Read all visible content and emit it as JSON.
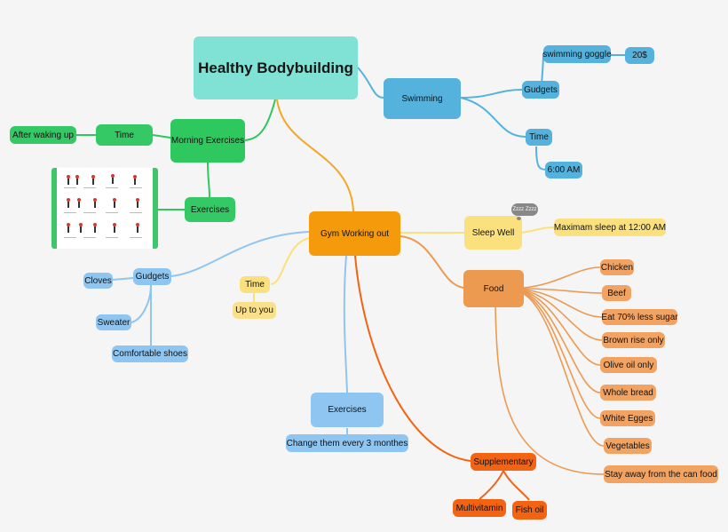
{
  "nodes": {
    "root": "Healthy Bodybuilding",
    "gym": "Gym Working out",
    "swimming": "Swimming",
    "swim_gudgets": "Gudgets",
    "swim_goggle": "swimming goggle",
    "swim_price": "20$",
    "swim_time": "Time",
    "swim_time_value": "6:00 AM",
    "morning": "Morning Exercises",
    "morning_time": "Time",
    "after_waking": "After waking up",
    "morning_exercises": "Exercises",
    "gym_gudgets": "Gudgets",
    "cloves": "Cloves",
    "sweater": "Sweater",
    "shoes": "Comfortable shoes",
    "gym_time": "Time",
    "up_to_you": "Up to you",
    "gym_exercises": "Exercises",
    "change_exercises": "Change them every 3 monthes",
    "sleep": "Sleep Well",
    "sleep_icon_text": "Zzzz Zzzz",
    "max_sleep": "Maximam sleep at 12:00 AM",
    "food": "Food",
    "chicken": "Chicken",
    "beef": "Beef",
    "sugar": "Eat 70% less sugar",
    "rice": "Brown rise only",
    "olive": "Olive oil only",
    "bread": "Whole bread",
    "eggs": "White Egges",
    "vegetables": "Vegetables",
    "canned": "Stay away from the can food",
    "supplementary": "Supplementary",
    "multivitamin": "Multivitamin",
    "fish_oil": "Fish oil"
  },
  "colors": {
    "root": "#80e2d4",
    "gym": "#f59a0b",
    "swimming_branch": "#55b2dc",
    "morning_branch": "#2ec85f",
    "gudgets_branch": "#8fc6f1",
    "sleep_branch": "#fae17e",
    "food_branch": "#ec9a50",
    "supplementary_branch": "#f26413"
  }
}
